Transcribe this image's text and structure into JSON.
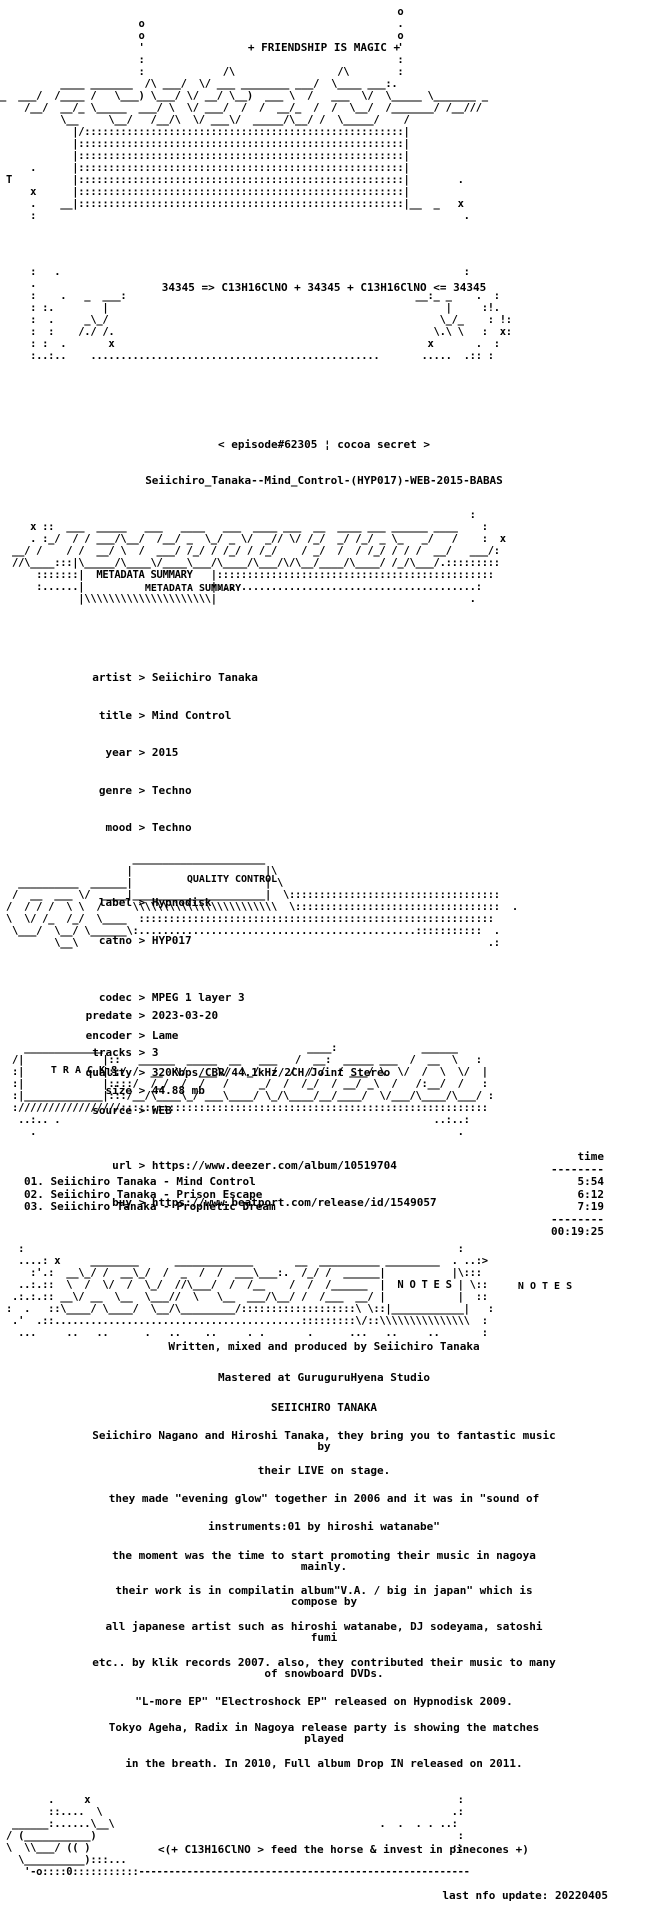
{
  "header": {
    "motto": "+ FRIENDSHIP IS MAGIC +",
    "formula": "34345 => C13H16ClNO + 34345 + C13H16ClNO <= 34345",
    "episode": "< episode#62305 ¦ cocoa secret >",
    "release_name": "Seiichiro_Tanaka--Mind_Control-(HYP017)-WEB-2015-BABAS"
  },
  "metadata": {
    "section_title": "METADATA SUMMARY",
    "artist": {
      "key": "artist",
      "value": "Seiichiro Tanaka"
    },
    "title": {
      "key": "title",
      "value": "Mind Control"
    },
    "year": {
      "key": "year",
      "value": "2015"
    },
    "genre": {
      "key": "genre",
      "value": "Techno"
    },
    "mood": {
      "key": "mood",
      "value": "Techno"
    },
    "label": {
      "key": "label",
      "value": "Hypnodisk"
    },
    "catno": {
      "key": "catno",
      "value": "HYP017"
    },
    "predate": {
      "key": "predate",
      "value": "2023-03-20"
    },
    "tracks": {
      "key": "tracks",
      "value": "3"
    },
    "size": {
      "key": "size",
      "value": "44.88 mb"
    },
    "url": {
      "key": "url",
      "value": "https://www.deezer.com/album/10519704"
    },
    "buy": {
      "key": "buy",
      "value": "https://www.beatport.com/release/id/1549057"
    }
  },
  "quality": {
    "section_title": "QUALITY CONTROL",
    "codec": {
      "key": "codec",
      "value": "MPEG 1 layer 3"
    },
    "encoder": {
      "key": "encoder",
      "value": "Lame"
    },
    "quality": {
      "key": "quality",
      "value": "320Kbps/CBR/44.1kHz/2CH/Joint Stereo"
    },
    "source": {
      "key": "source",
      "value": "WEB"
    }
  },
  "tracklist": {
    "section_title": "T R A C K S",
    "time_header": "time",
    "rule": "--------",
    "items": [
      {
        "label": "01. Seiichiro Tanaka - Mind Control",
        "time": "5:54"
      },
      {
        "label": "02. Seiichiro Tanaka - Prison Escape",
        "time": "6:12"
      },
      {
        "label": "03. Seiichiro Tanaka - Prophetic Dream",
        "time": "7:19"
      }
    ],
    "total": "00:19:25"
  },
  "notes": {
    "section_title": "N O T E S",
    "lines": [
      "Written, mixed and produced by Seiichiro Tanaka",
      "Mastered at GuruguruHyena Studio",
      "SEIICHIRO TANAKA",
      "Seiichiro Nagano and Hiroshi Tanaka, they bring you to fantastic music",
      "by",
      "their LIVE on stage.",
      "they made \"evening glow\" together in 2006 and it was in \"sound of",
      "instruments:01 by hiroshi watanabe\"",
      "the moment was the time to start promoting their music in nagoya",
      "mainly.",
      "their work is in compilatin album\"V.A. / big in japan\" which is",
      "compose by",
      "all japanese artist such as hiroshi watanabe, DJ sodeyama, satoshi",
      "fumi",
      "etc.. by klik records 2007. also, they contributed their music to many",
      "of snowboard DVDs.",
      "\"L-more EP\" \"Electroshock EP\" released on Hypnodisk 2009.",
      "Tokyo Ageha, Radix in Nagoya release party is showing the matches",
      "played",
      "in the breath. In 2010, Full album Drop IN released on 2011."
    ]
  },
  "footer": {
    "tagline": "<(+ C13H16ClNO > feed the horse & invest in pinecones +)",
    "last_update": "last nfo update: 20220405"
  }
}
